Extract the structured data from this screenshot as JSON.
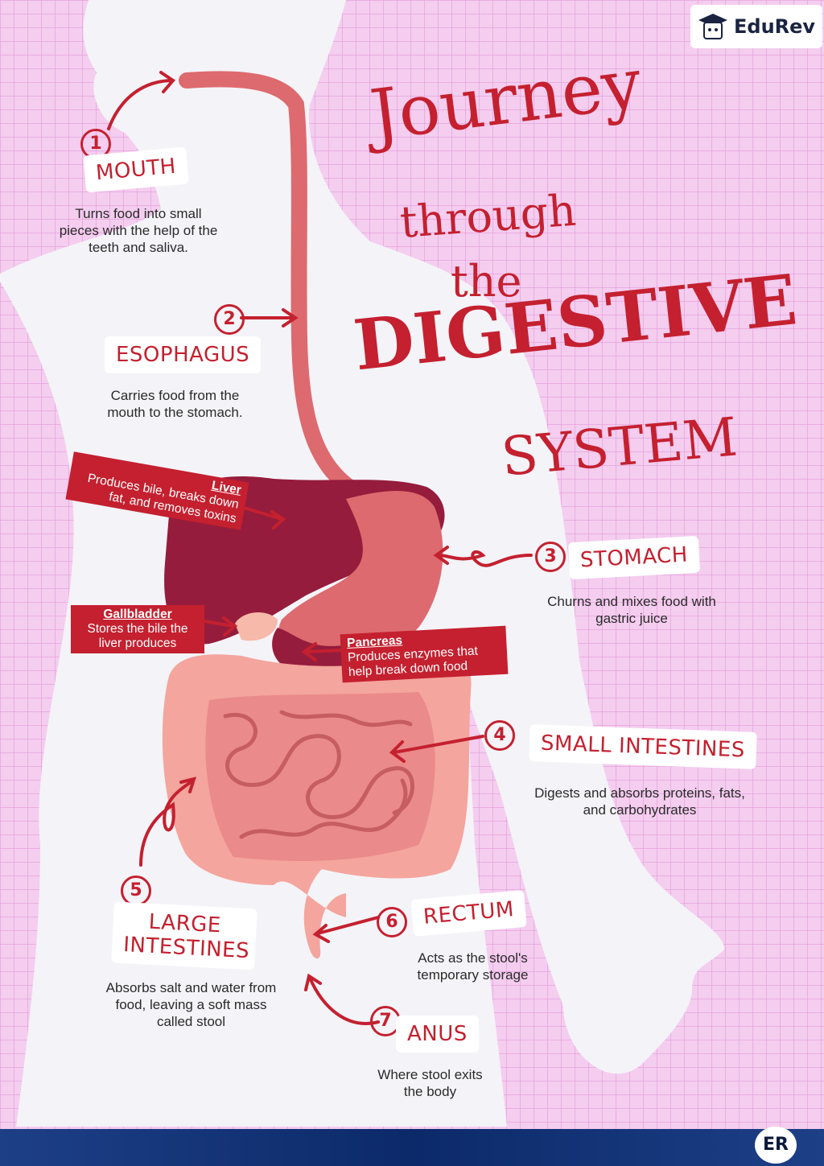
{
  "logo": {
    "text": "EduRev"
  },
  "title": {
    "line1": "Journey",
    "line2": "through",
    "line3": "the",
    "line4": "DIGESTIVE",
    "line5": "SYSTEM"
  },
  "steps": [
    {
      "num": "1",
      "label": "MOUTH",
      "desc": "Turns food into small pieces with the help of the teeth and saliva."
    },
    {
      "num": "2",
      "label": "ESOPHAGUS",
      "desc": "Carries food from the mouth to the stomach."
    },
    {
      "num": "3",
      "label": "STOMACH",
      "desc": "Churns and mixes food with gastric juice"
    },
    {
      "num": "4",
      "label": "SMALL INTESTINES",
      "desc": "Digests and absorbs proteins, fats, and carbohydrates"
    },
    {
      "num": "5",
      "label": "LARGE INTESTINES",
      "desc": "Absorbs salt and water from food, leaving a soft mass called stool"
    },
    {
      "num": "6",
      "label": "RECTUM",
      "desc": "Acts as the stool's temporary storage"
    },
    {
      "num": "7",
      "label": "ANUS",
      "desc": "Where stool exits the body"
    }
  ],
  "organs": {
    "liver": {
      "title": "Liver",
      "desc": "Produces bile, breaks down fat, and removes toxins"
    },
    "gallbladder": {
      "title": "Gallbladder",
      "desc": "Stores the bile the liver produces"
    },
    "pancreas": {
      "title": "Pancreas",
      "desc": "Produces enzymes that help break down food"
    }
  },
  "footer": {
    "badge": "ER"
  },
  "colors": {
    "accent": "#c4202f",
    "background": "#f4cdef",
    "body": "#f4f3f8",
    "liver": "#951c3c",
    "esophagus": "#dd6a6e",
    "intestine": "#f4a59d",
    "footer": "#0c2a6a"
  }
}
